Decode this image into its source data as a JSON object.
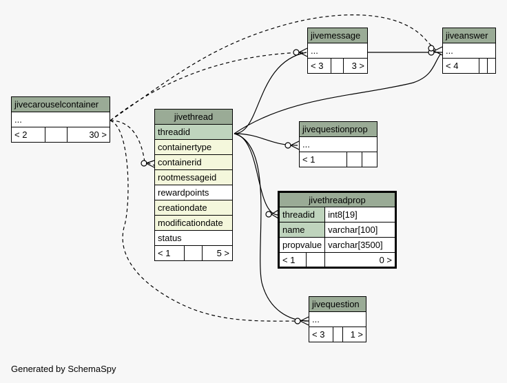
{
  "footer": "Generated by SchemaSpy",
  "tables": {
    "jivecarouselcontainer": {
      "name": "jivecarouselcontainer",
      "rows": [
        "..."
      ],
      "parents": "< 2",
      "children": "30 >"
    },
    "jivethread": {
      "name": "jivethread",
      "columns": [
        "threadid",
        "containertype",
        "containerid",
        "rootmessageid",
        "rewardpoints",
        "creationdate",
        "modificationdate",
        "status"
      ],
      "parents": "< 1",
      "children": "5 >"
    },
    "jivemessage": {
      "name": "jivemessage",
      "rows": [
        "..."
      ],
      "parents": "< 3",
      "children": "3 >"
    },
    "jiveanswer": {
      "name": "jiveanswer",
      "rows": [
        "..."
      ],
      "parents": "< 4",
      "children": ""
    },
    "jivequestionprop": {
      "name": "jivequestionprop",
      "rows": [
        "..."
      ],
      "parents": "< 1",
      "children": ""
    },
    "jivethreadprop": {
      "name": "jivethreadprop",
      "columns": [
        {
          "name": "threadid",
          "type": "int8[19]"
        },
        {
          "name": "name",
          "type": "varchar[100]"
        },
        {
          "name": "propvalue",
          "type": "varchar[3500]"
        }
      ],
      "parents": "< 1",
      "children": "0 >"
    },
    "jivequestion": {
      "name": "jivequestion",
      "rows": [
        "..."
      ],
      "parents": "< 3",
      "children": "1 >"
    }
  }
}
